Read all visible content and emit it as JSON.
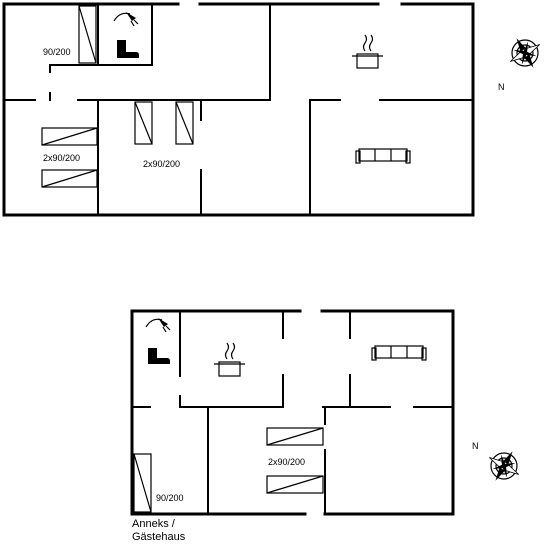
{
  "main_house": {
    "labels": {
      "bed_single": "90/200",
      "beds_double_left": "2x90/200",
      "beds_double_mid": "2x90/200"
    },
    "compass_label": "N"
  },
  "annex": {
    "labels": {
      "beds_double": "2x90/200",
      "bed_single": "90/200"
    },
    "caption_line1": "Anneks /",
    "caption_line2": "Gästehaus",
    "compass_label": "N"
  },
  "icons": [
    "shower-icon",
    "toilet-icon",
    "cooking-pot-icon",
    "sofa-icon",
    "compass-rose-icon"
  ]
}
